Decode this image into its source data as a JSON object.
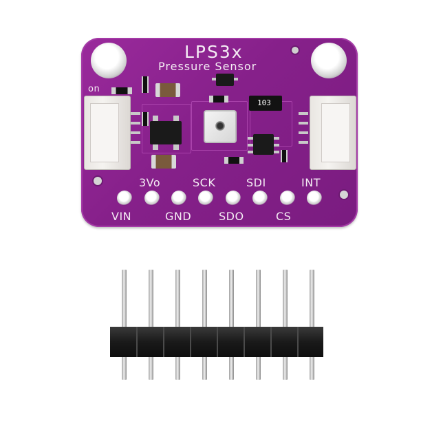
{
  "board": {
    "title": "LPS3x",
    "subtitle": "Pressure Sensor",
    "power_label": "on",
    "chip_marking": "103",
    "pins_top": [
      "3Vo",
      "SCK",
      "SDI",
      "INT"
    ],
    "pins_bottom": [
      "VIN",
      "GND",
      "SDO",
      "CS"
    ],
    "color": "#86208a"
  },
  "header": {
    "pin_count": 8,
    "color": "#1a1a1a"
  }
}
